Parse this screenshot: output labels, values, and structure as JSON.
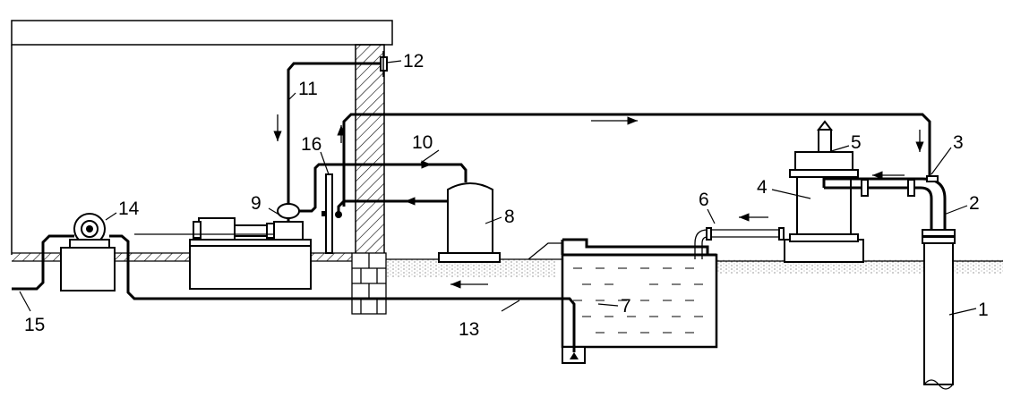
{
  "labels": {
    "l1": "1",
    "l2": "2",
    "l3": "3",
    "l4": "4",
    "l5": "5",
    "l6": "6",
    "l7": "7",
    "l8": "8",
    "l9": "9",
    "l10": "10",
    "l11": "11",
    "l12": "12",
    "l13": "13",
    "l14": "14",
    "l15": "15",
    "l16": "16"
  },
  "colors": {
    "line": "#000000",
    "background": "#ffffff",
    "hatch": "#000000"
  }
}
